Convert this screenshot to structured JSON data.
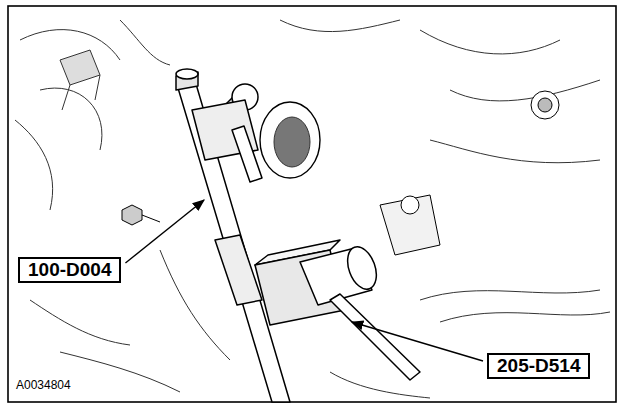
{
  "diagram": {
    "labels": [
      "100-D004",
      "205-D514",
      "A0034804"
    ]
  }
}
